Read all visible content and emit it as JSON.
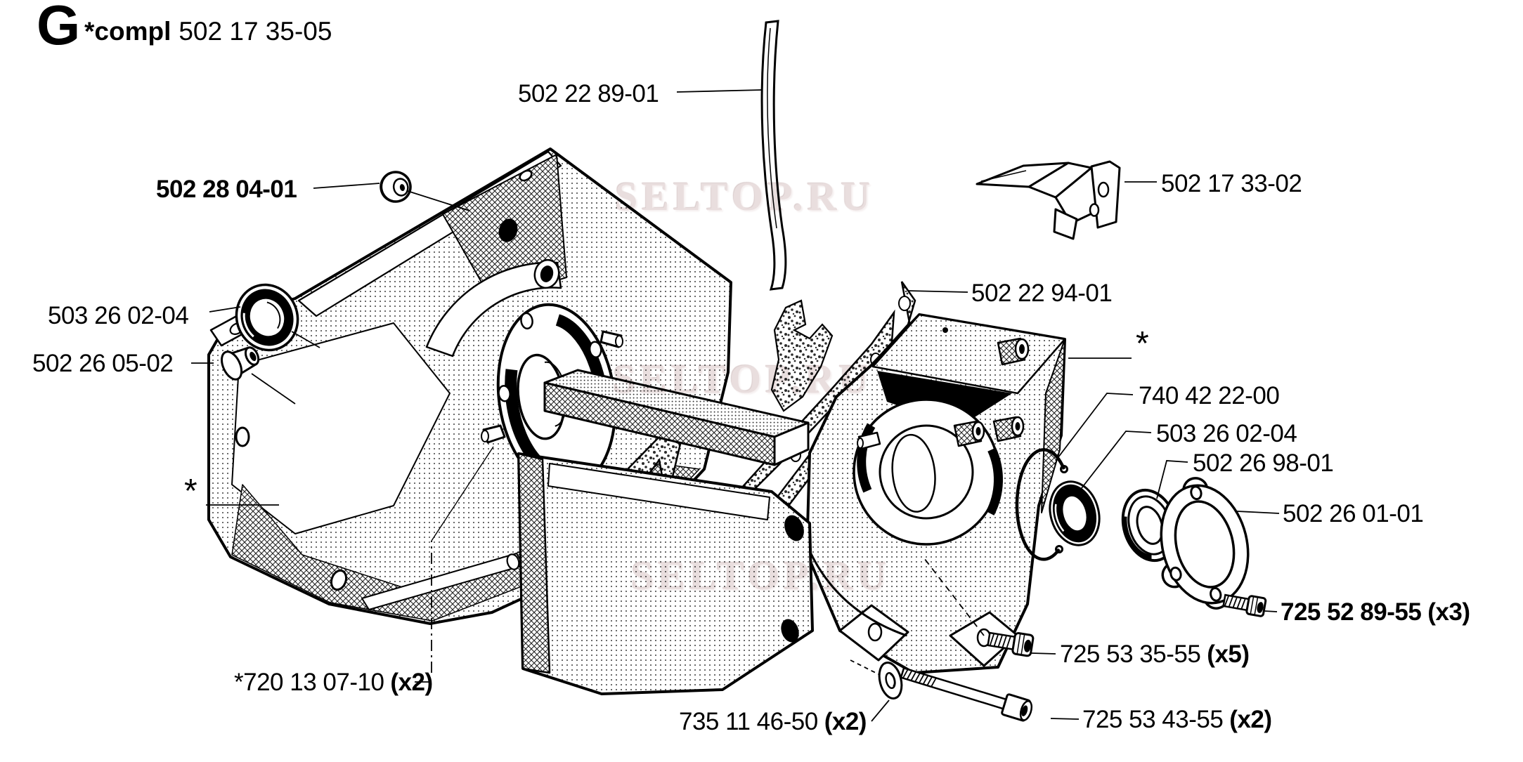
{
  "header": {
    "letter": "G",
    "compl": "*compl",
    "number": "502 17 35-05"
  },
  "watermark": {
    "text": "SELTOP.RU",
    "color": "#e9dede"
  },
  "labels": [
    {
      "id": "502-22-89-01",
      "text": "502 22 89-01"
    },
    {
      "id": "502-28-04-01",
      "text": "502 28 04-01",
      "bold": true
    },
    {
      "id": "502-17-33-02",
      "text": "502 17 33-02"
    },
    {
      "id": "503-26-02-04-left",
      "text": "503 26 02-04"
    },
    {
      "id": "502-26-05-02",
      "text": "502 26 05-02"
    },
    {
      "id": "502-22-94-01",
      "text": "502 22 94-01"
    },
    {
      "id": "asterisk-left",
      "text": "*"
    },
    {
      "id": "asterisk-right",
      "text": "*"
    },
    {
      "id": "740-42-22-00",
      "text": "740 42 22-00"
    },
    {
      "id": "503-26-02-04-right",
      "text": "503 26 02-04"
    },
    {
      "id": "502-26-98-01",
      "text": "502 26 98-01"
    },
    {
      "id": "502-26-01-01",
      "text": "502 26 01-01"
    },
    {
      "id": "725-52-89-55",
      "text": "725 52 89-55",
      "qty": "(x3)",
      "bold": true
    },
    {
      "id": "725-53-35-55",
      "text": "725 53 35-55",
      "qty": "(x5)"
    },
    {
      "id": "720-13-07-10",
      "text": "*720 13 07-10",
      "qty": "(x2)"
    },
    {
      "id": "735-11-46-50",
      "text": "735 11 46-50",
      "qty": "(x2)"
    },
    {
      "id": "725-53-43-55",
      "text": "725 53 43-55",
      "qty": "(x2)"
    }
  ],
  "colors": {
    "ink": "#000000",
    "paper": "#ffffff"
  }
}
